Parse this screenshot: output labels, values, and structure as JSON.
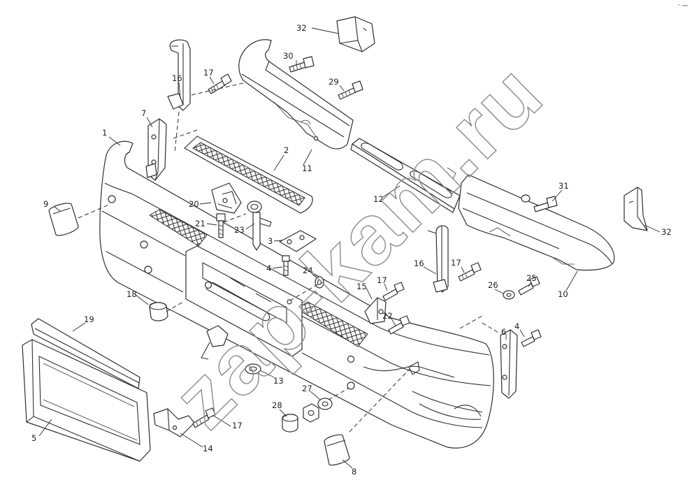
{
  "diagram": {
    "callouts": [
      "32",
      "30",
      "29",
      "16",
      "17",
      "7",
      "1",
      "2",
      "11",
      "12",
      "31",
      "32",
      "9",
      "20",
      "21",
      "23",
      "3",
      "4",
      "24",
      "16",
      "17",
      "25",
      "26",
      "10",
      "15",
      "17",
      "18",
      "22",
      "19",
      "6",
      "4",
      "13",
      "27",
      "28",
      "17",
      "14",
      "5",
      "8"
    ],
    "watermark": "zap-kam.ru"
  }
}
